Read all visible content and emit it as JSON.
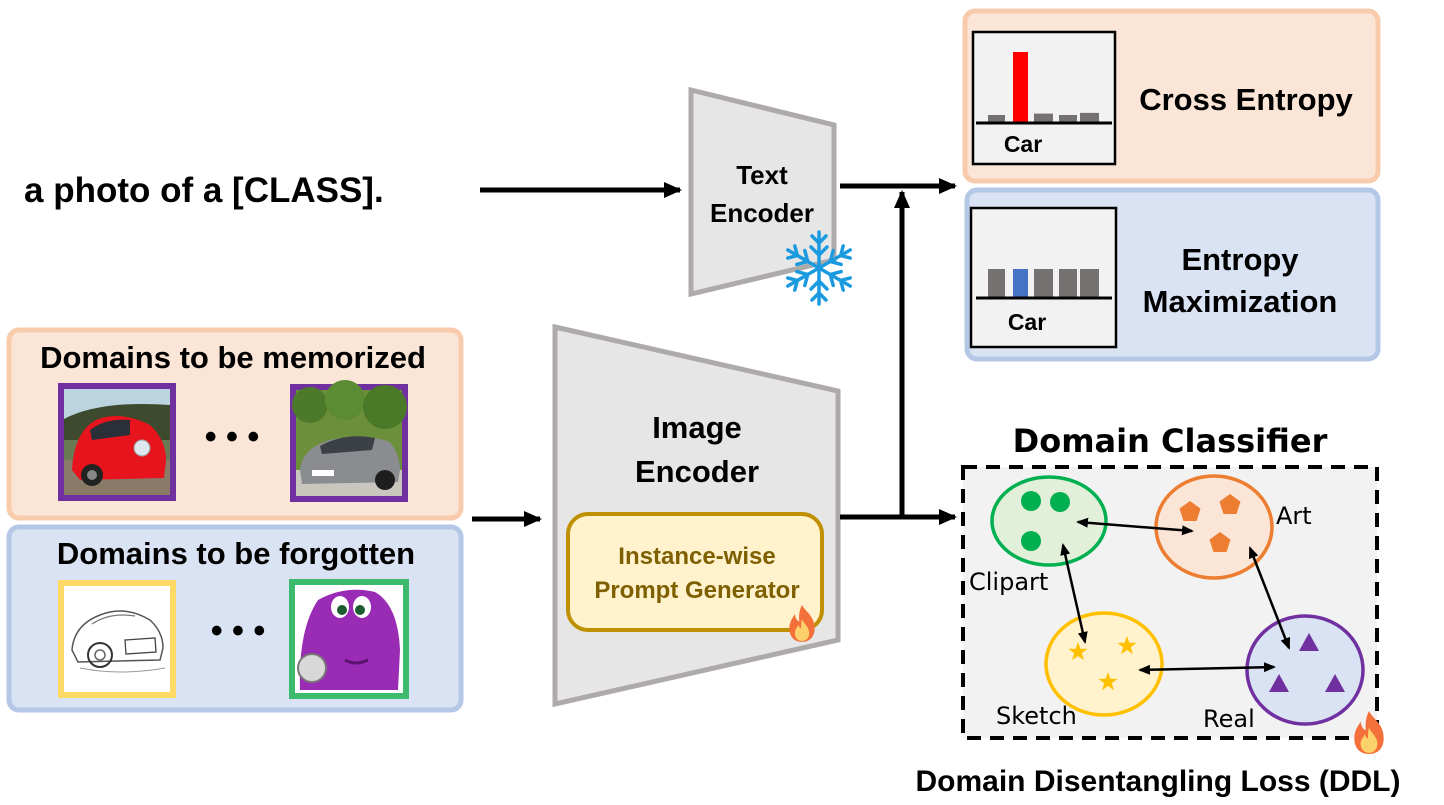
{
  "prompt": {
    "text": "a photo of a [CLASS]."
  },
  "text_encoder": {
    "line1": "Text",
    "line2": "Encoder",
    "status_icon": "snowflake-icon"
  },
  "image_encoder": {
    "line1": "Image",
    "line2": "Encoder",
    "prompt_generator": {
      "line1": "Instance-wise",
      "line2": "Prompt Generator",
      "status_icon": "fire-icon"
    }
  },
  "memorize_panel": {
    "title": "Domains to be memorized",
    "images": [
      {
        "name": "red-beetle-car-photo",
        "frame_color": "#7030a0"
      },
      {
        "name": "silver-sports-car-photo",
        "frame_color": "#7030a0"
      }
    ],
    "ellipsis": "• • •"
  },
  "forget_panel": {
    "title": "Domains to be forgotten",
    "images": [
      {
        "name": "sketch-car-image",
        "frame_color": "#ffd966"
      },
      {
        "name": "clipart-purple-car-image",
        "frame_color": "#3cba6e"
      }
    ],
    "ellipsis": "• • •"
  },
  "losses": {
    "cross_entropy": {
      "title": "Cross Entropy",
      "chart_label": "Car",
      "bars": [
        0.1,
        1.0,
        0.12,
        0.1,
        0.13
      ],
      "highlight_index": 1,
      "highlight_color": "#ff0000"
    },
    "entropy_max": {
      "title_line1": "Entropy",
      "title_line2": "Maximization",
      "chart_label": "Car",
      "bars": [
        1,
        1,
        1,
        1,
        1
      ],
      "highlight_index": 1,
      "highlight_color": "#4472c4"
    }
  },
  "domain_classifier": {
    "title": "Domain Classifier",
    "domains": [
      {
        "name": "Clipart",
        "color": "#00b050",
        "fill": "#e2efd9",
        "marker": "circle"
      },
      {
        "name": "Art",
        "color": "#ed7d31",
        "fill": "#fbe5d6",
        "marker": "pentagon"
      },
      {
        "name": "Sketch",
        "color": "#ffc000",
        "fill": "#fff2cc",
        "marker": "star"
      },
      {
        "name": "Real",
        "color": "#7030a0",
        "fill": "#dae3f3",
        "marker": "triangle"
      }
    ],
    "loss_label": "Domain Disentangling Loss (DDL)",
    "status_icon": "fire-icon"
  },
  "colors": {
    "peach_panel": "#fbe5d6",
    "peach_border": "#f8cbad",
    "blue_panel": "#dae3f3",
    "blue_border": "#b4c7e7",
    "encoder_fill": "#e6e6e6",
    "encoder_border": "#aeaaaa",
    "prompt_gen_fill": "#fff2cc",
    "prompt_gen_border": "#bf9000",
    "prompt_gen_text": "#7f6000",
    "snowflake": "#1b9ae0",
    "gray_bar": "#767171"
  }
}
